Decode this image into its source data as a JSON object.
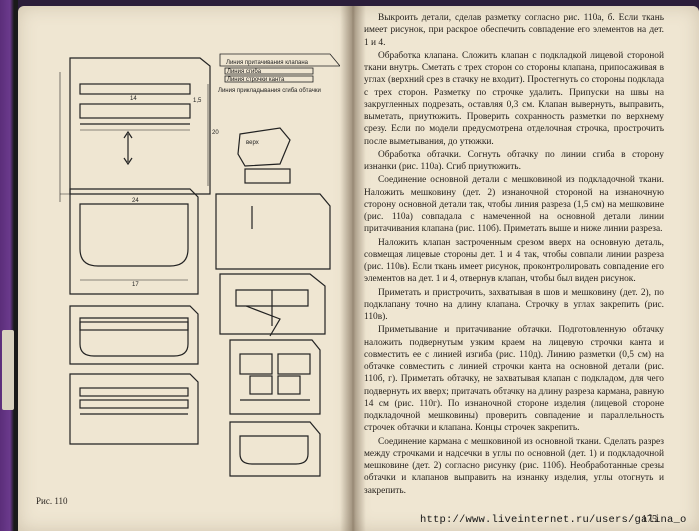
{
  "figure": {
    "caption": "Рис. 110",
    "labels": {
      "line_flap": "Линия притачивания клапана",
      "line_fold": "Линия сгиба",
      "stitch_line": "Линия строчки канта",
      "facing_line": "Линия прикладывания сгиба обтачки",
      "dim_14": "14",
      "dim_24": "24",
      "dim_20": "20",
      "dim_17": "17",
      "dim_15": "1,5",
      "top_tag": "верх"
    }
  },
  "text": {
    "paragraphs": [
      "Выкроить детали, сделав разметку согласно рис. 110а, б. Если ткань имеет рисунок, при раскрое обеспечить совпадение его элементов на дет. 1 и 4.",
      "Обработка клапана. Сложить клапан с подкладкой лицевой стороной ткани внутрь. Сметать с трех сторон со стороны клапана, припосаживая в углах (верхний срез в стачку не входит). Простегнуть со стороны подклада с трех сторон. Разметку по строчке удалить. Припуски на швы на закругленных подрезать, оставляя 0,3 см. Клапан вывернуть, выправить, выметать, приутюжить. Проверить сохранность разметки по верхнему срезу. Если по модели предусмотрена отделочная строчка, прострочить после выметывания, до утюжки.",
      "Обработка обтачки. Согнуть обтачку по линии сгиба в сторону изнанки (рис. 110а). Сгиб приутюжить.",
      "Соединение основной детали с мешковиной из подкладочной ткани. Наложить мешковину (дет. 2) изнаночной стороной на изнаночную сторону основной детали так, чтобы линия разреза (1,5 см) на мешковине (рис. 110а) совпадала с намеченной на основной детали линии притачивания клапана (рис. 110б). Приметать выше и ниже линии разреза.",
      "Наложить клапан застроченным срезом вверх на основную деталь, совмещая лицевые стороны дет. 1 и 4 так, чтобы совпали линии разреза (рис. 110в). Если ткань имеет рисунок, проконтролировать совпадение его элементов на дет. 1 и 4, отвернув клапан, чтобы был виден рисунок.",
      "Приметать и пристрочить, захватывая в шов и мешковину (дет. 2), по подклапану точно на длину клапана. Строчку в углах закрепить (рис. 110в).",
      "Приметывание и притачивание обтачки. Подготовленную обтачку наложить подвернутым узким краем на лицевую строчки канта и совместить ее с линией изгиба (рис. 110д). Линию разметки (0,5 см) на обтачке совместить с линией строчки канта на основной детали (рис. 110б, г). Приметать обтачку, не захватывая клапан с подкладом, для чего подвернуть их вверх; притачать обтачку на длину разреза кармана, равную 14 см (рис. 110г). По изнаночной стороне изделия (лицевой стороне подкладочной мешковины) проверить совпадение и параллельность строчек обтачки и клапана. Концы строчек закрепить.",
      "Соединение кармана с мешковиной из основной ткани. Сделать разрез между строчками и надсечки в углы по основной (дет. 1) и подкладочной мешковине (дет. 2) согласно рисунку (рис. 110б). Необработанные срезы обтачки и клапанов выправить на изнанку изделия, углы отогнуть и закрепить."
    ]
  },
  "footer": {
    "url": "http://www.liveinternet.ru/users/galina_o",
    "page_number": "175"
  }
}
